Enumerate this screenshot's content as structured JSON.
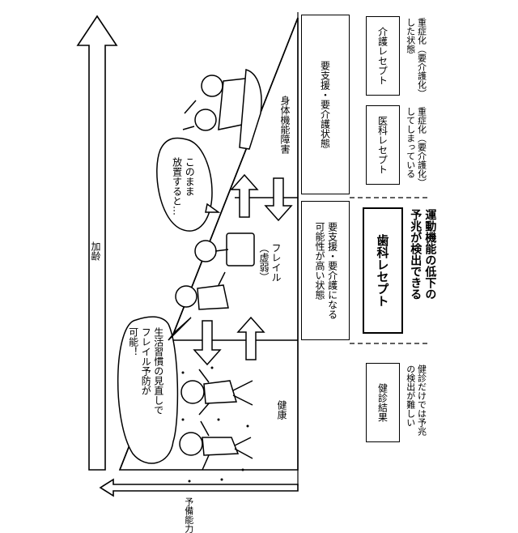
{
  "axes": {
    "aging_label": "加齢",
    "reserve_label": "予備能力"
  },
  "stages": {
    "healthy": "健康",
    "frailty": [
      "フレイル",
      "（虚弱）"
    ],
    "disability": "身体機能障害"
  },
  "bubbles": {
    "lifestyle": [
      "生活習慣の見直しで",
      "フレイル予防が",
      "可能！"
    ],
    "neglect": [
      "このまま",
      "放置すると…"
    ]
  },
  "states": {
    "care_state": "要支援・要介護状態",
    "high_risk": [
      "要支援・要介護になる",
      "可能性が高い状態"
    ]
  },
  "records": {
    "checkup": "健診結果",
    "checkup_note": [
      "健診だけでは予兆",
      "の検出が難しい"
    ],
    "medical": "医科レセプト",
    "medical_note": [
      "重症化（要介護化）",
      "してしまっている"
    ],
    "care": "介護レセプト",
    "care_note": [
      "重症化（要介護化）",
      "した状態"
    ],
    "dental": "歯科レセプト",
    "dental_note": [
      "運動機能の低下の",
      "予兆が検出できる"
    ]
  }
}
